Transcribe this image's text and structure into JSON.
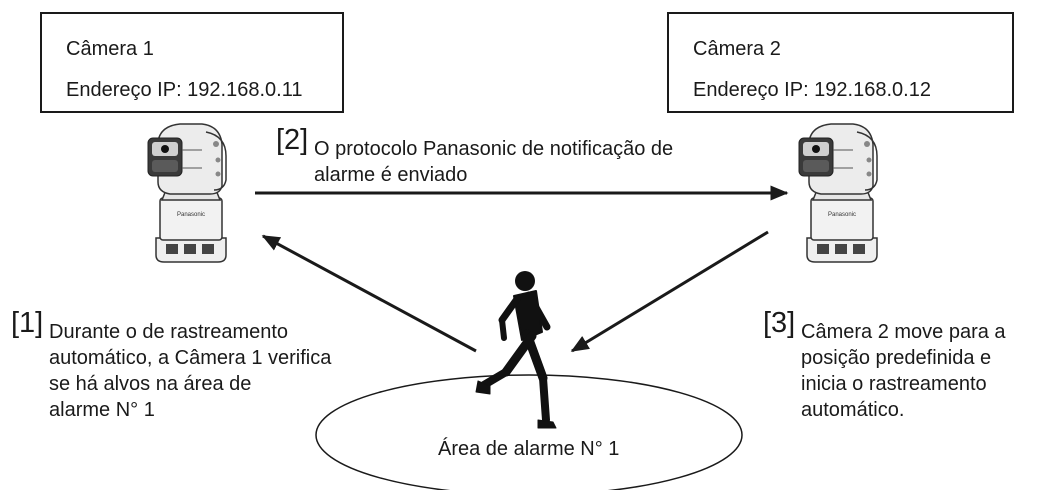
{
  "camera1": {
    "name": "Câmera 1",
    "ip": "Endereço IP: 192.168.0.11"
  },
  "camera2": {
    "name": "Câmera 2",
    "ip": "Endereço IP: 192.168.0.12"
  },
  "step2": {
    "number": "[2]",
    "lines": [
      "O protocolo Panasonic de notificação de",
      "alarme é enviado"
    ]
  },
  "step1": {
    "number": "[1]",
    "lines": [
      "Durante o de rastreamento",
      "automático, a Câmera 1 verifica",
      "se há alvos na área de",
      "alarme N° 1"
    ]
  },
  "step3": {
    "number": "[3]",
    "lines": [
      "Câmera 2 move para a",
      "posição predefinida e",
      "inicia o rastreamento",
      "automático."
    ]
  },
  "area_label": "Área de alarme N° 1",
  "colors": {
    "line": "#1a1a1a",
    "camera_body": "#f0f0f0",
    "camera_dark": "#3a3a3a"
  },
  "icons": [
    "ptz-camera-icon",
    "running-person-icon"
  ]
}
